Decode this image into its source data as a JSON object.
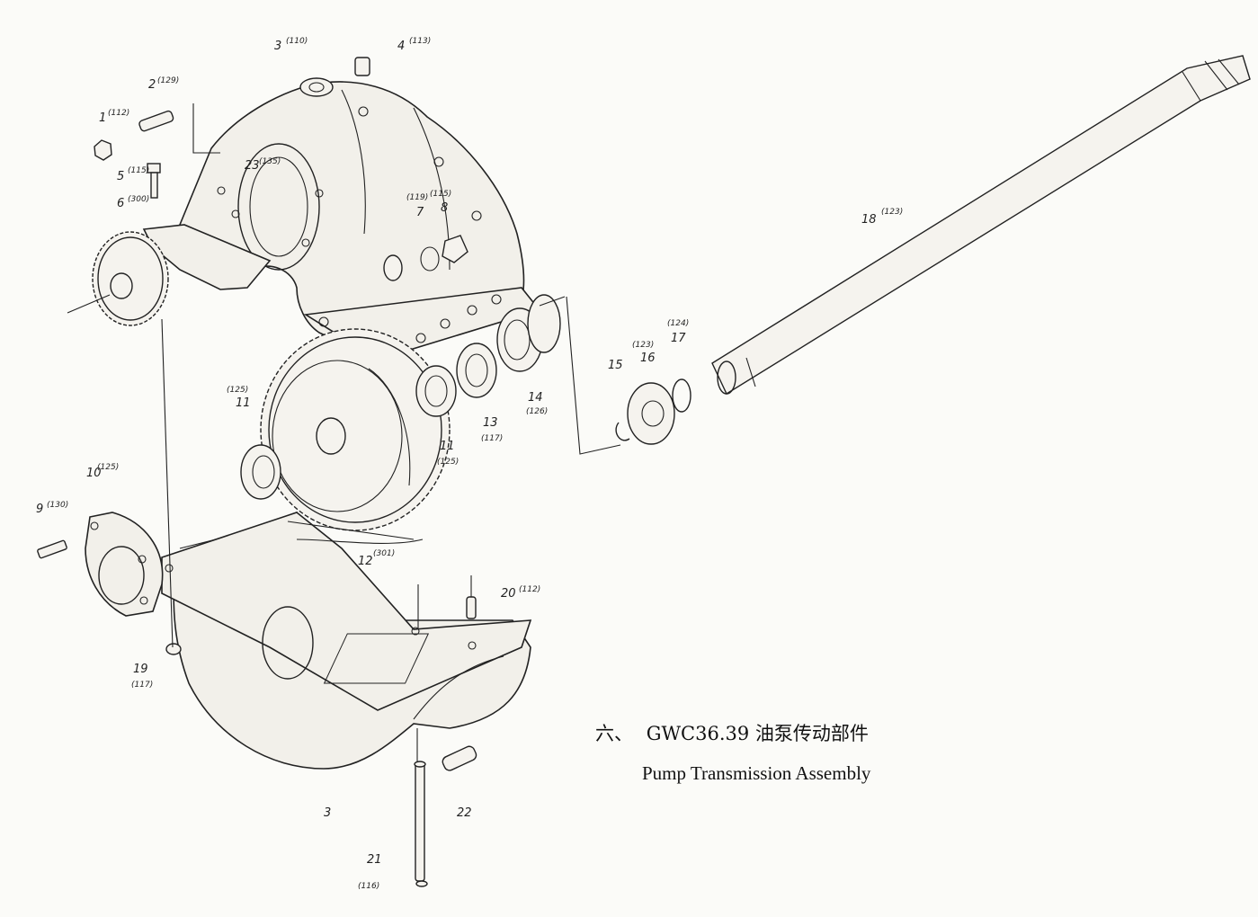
{
  "caption": {
    "prefix": "六、",
    "model_cn": "GWC36.39 油泵传动部件",
    "en": "Pump Transmission Assembly"
  },
  "callouts": [
    {
      "num": "1",
      "ref": "(112)"
    },
    {
      "num": "2",
      "ref": "(129)"
    },
    {
      "num": "3",
      "ref": "(110)"
    },
    {
      "num": "4",
      "ref": "(113)"
    },
    {
      "num": "5",
      "ref": "(115)"
    },
    {
      "num": "6",
      "ref": "(300)"
    },
    {
      "num": "7",
      "ref": "(119)"
    },
    {
      "num": "8",
      "ref": "(115)"
    },
    {
      "num": "23",
      "ref": "(135)"
    },
    {
      "num": "18",
      "ref": "(123)"
    },
    {
      "num": "17",
      "ref": "(124)"
    },
    {
      "num": "16",
      "ref": "(123)"
    },
    {
      "num": "15",
      "ref": ""
    },
    {
      "num": "14",
      "ref": "(126)"
    },
    {
      "num": "13",
      "ref": "(117)"
    },
    {
      "num": "11",
      "ref": "(125)"
    },
    {
      "num": "11",
      "ref": "(125)"
    },
    {
      "num": "12",
      "ref": "(301)"
    },
    {
      "num": "10",
      "ref": "(125)"
    },
    {
      "num": "9",
      "ref": "(130)"
    },
    {
      "num": "19",
      "ref": "(117)"
    },
    {
      "num": "20",
      "ref": "(112)"
    },
    {
      "num": "3",
      "ref": ""
    },
    {
      "num": "21",
      "ref": "(116)"
    },
    {
      "num": "22",
      "ref": ""
    }
  ]
}
